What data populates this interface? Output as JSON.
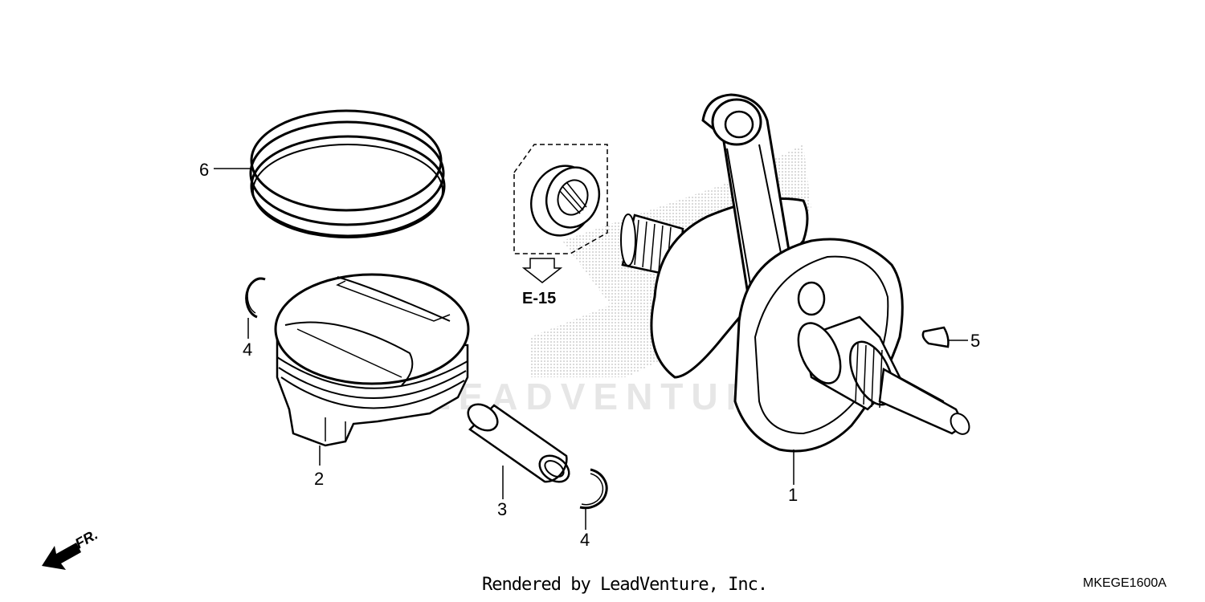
{
  "callouts": {
    "crankshaft": "1",
    "piston": "2",
    "piston_pin": "3",
    "clip_left": "4",
    "clip_right": "4",
    "woodruff_key": "5",
    "piston_ring_set": "6"
  },
  "reference": {
    "label": "E-15"
  },
  "orientation": {
    "label": "FR."
  },
  "watermark": {
    "text": "LEADVENTURE"
  },
  "footer": {
    "credit": "Rendered by LeadVenture, Inc.",
    "diagram_code": "MKEGE1600A"
  }
}
